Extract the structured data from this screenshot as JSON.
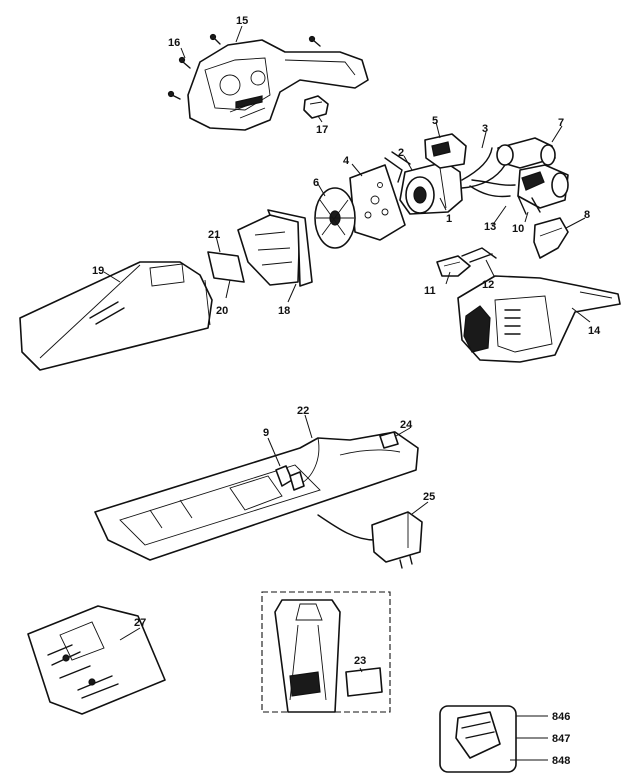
{
  "callouts": {
    "p1": "1",
    "p2": "2",
    "p3": "3",
    "p4": "4",
    "p5": "5",
    "p6": "6",
    "p7": "7",
    "p8": "8",
    "p9": "9",
    "p10": "10",
    "p11": "11",
    "p12": "12",
    "p13": "13",
    "p14": "14",
    "p15": "15",
    "p16": "16",
    "p17": "17",
    "p18": "18",
    "p19": "19",
    "p20": "20",
    "p21": "21",
    "p22": "22",
    "p23": "23",
    "p24": "24",
    "p25": "25",
    "p27": "27",
    "p846": "846",
    "p847": "847",
    "p848": "848"
  }
}
